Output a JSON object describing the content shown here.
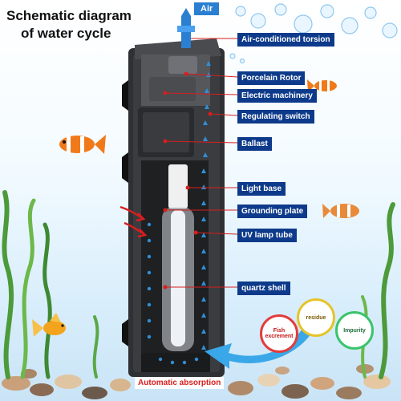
{
  "title": {
    "line1": "Schematic diagram",
    "line2": "of water cycle"
  },
  "labels": {
    "air": "Air",
    "air_torsion": "Air-conditioned torsion",
    "rotor": "Porcelain Rotor",
    "machinery": "Electric machinery",
    "switch": "Regulating switch",
    "ballast": "Ballast",
    "light_base": "Light base",
    "grounding": "Grounding plate",
    "uv_lamp": "UV lamp tube",
    "quartz": "quartz shell",
    "absorption": "Automatic absorption"
  },
  "circles": {
    "fish": "Fish excrement",
    "residue": "residue",
    "impurity": "Impurity"
  },
  "colors": {
    "label_bg": "#0d3a8a",
    "air_bg": "#2a7fd0",
    "flow_arrow": "#2f8fd8",
    "inlet_arrow": "#d81e1e"
  }
}
